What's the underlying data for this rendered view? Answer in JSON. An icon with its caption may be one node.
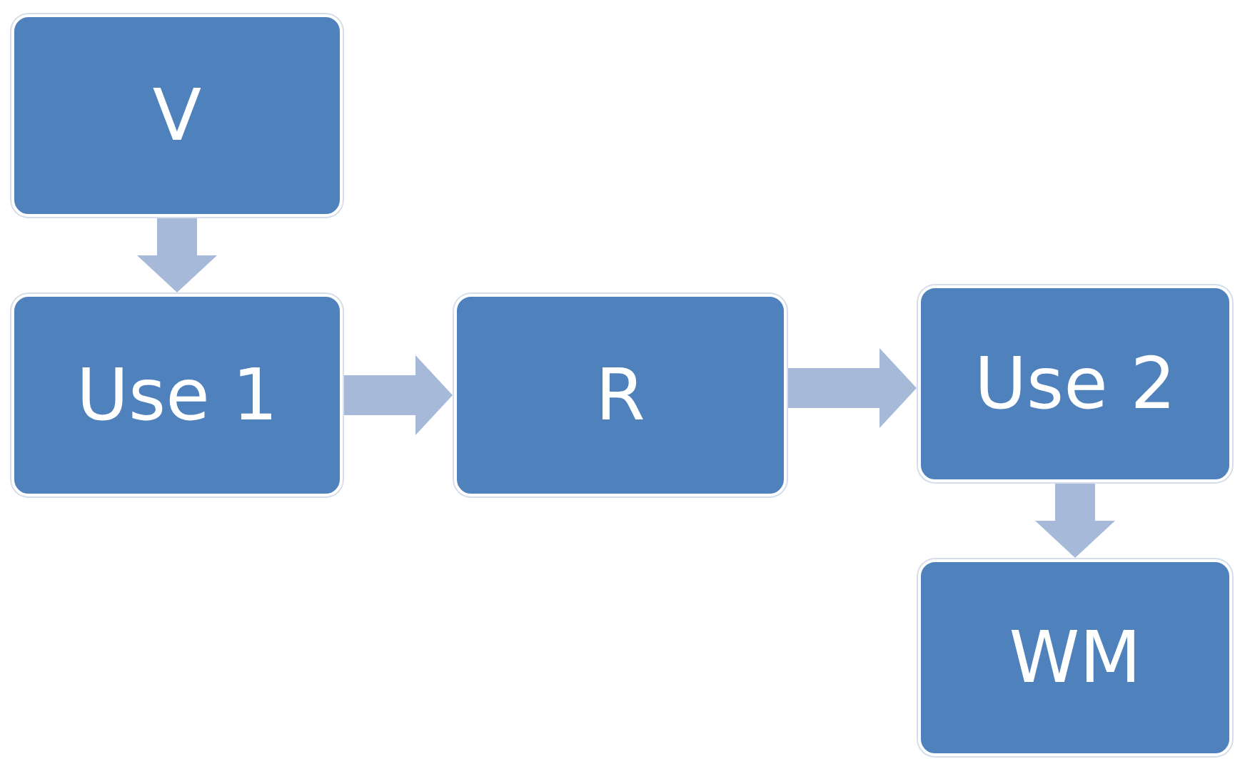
{
  "diagram": {
    "nodes": [
      {
        "text": [
          "V"
        ]
      },
      {
        "text": [
          "Use 1"
        ]
      },
      {
        "text": [
          "R"
        ]
      },
      {
        "text": [
          "Use 2"
        ]
      },
      {
        "text": [
          "WM"
        ]
      }
    ],
    "edges": [
      {
        "from": 0,
        "to": 1,
        "arrow": "to"
      },
      {
        "from": 1,
        "to": 2,
        "arrow": "to"
      },
      {
        "from": 2,
        "to": 3,
        "arrow": "to"
      },
      {
        "from": 3,
        "to": 4,
        "arrow": "to"
      }
    ]
  }
}
